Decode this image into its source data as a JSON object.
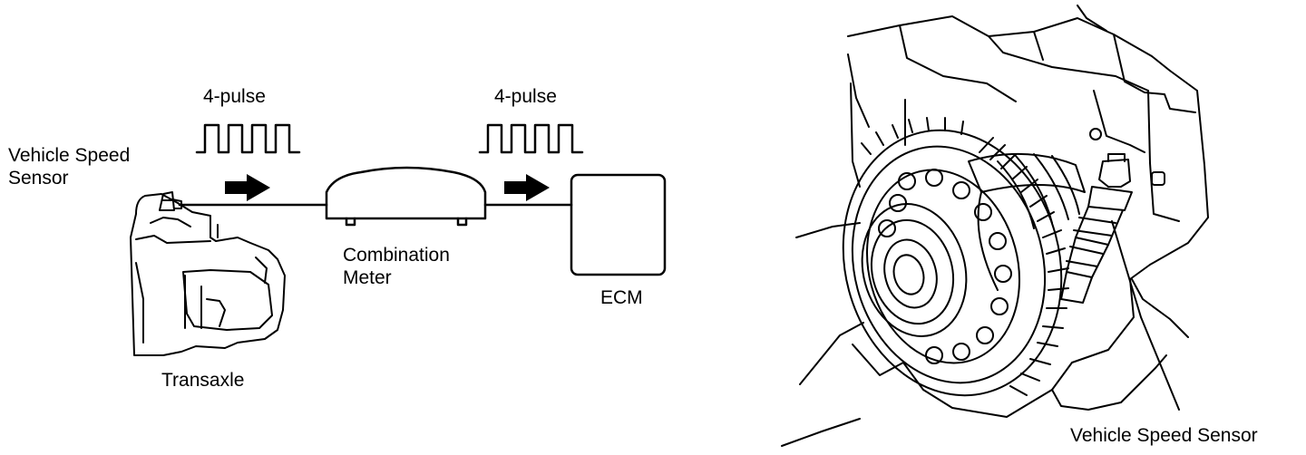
{
  "left_diagram": {
    "pulse_label_1": "4-pulse",
    "pulse_label_2": "4-pulse",
    "sensor_label_line1": "Vehicle Speed",
    "sensor_label_line2": "Sensor",
    "transaxle_label": "Transaxle",
    "meter_label_line1": "Combination",
    "meter_label_line2": "Meter",
    "ecm_label": "ECM"
  },
  "right_diagram": {
    "sensor_callout": "Vehicle Speed Sensor"
  },
  "colors": {
    "ink": "#000000",
    "background": "#ffffff"
  }
}
